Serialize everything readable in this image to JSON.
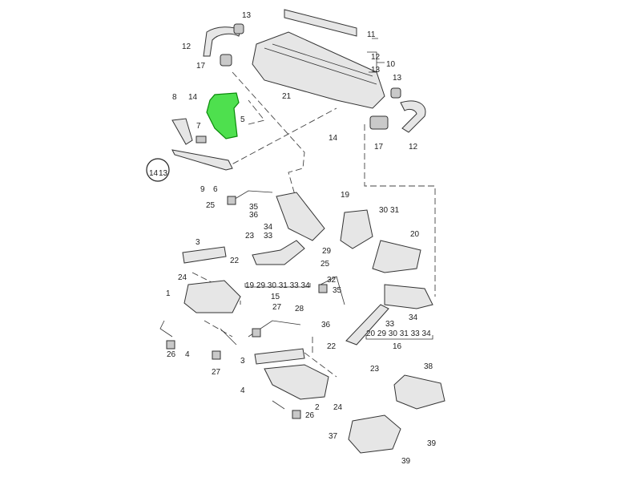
{
  "diagram": {
    "highlight_color": "#33dd33",
    "labels": [
      "13",
      "11",
      "12",
      "12",
      "10",
      "13",
      "17",
      "13",
      "14",
      "8",
      "21",
      "5",
      "7",
      "14",
      "17",
      "12",
      "14",
      "13",
      "9",
      "6",
      "19",
      "25",
      "35",
      "36",
      "30",
      "31",
      "34",
      "33",
      "23",
      "3",
      "20",
      "29",
      "22",
      "25",
      "24",
      "19 29 30 31 33 34",
      "32",
      "15",
      "1",
      "35",
      "27",
      "28",
      "34",
      "33",
      "36",
      "20 29 30 31 33 34",
      "16",
      "26",
      "4",
      "22",
      "27",
      "3",
      "23",
      "38",
      "4",
      "2",
      "24",
      "26",
      "37",
      "39",
      "39"
    ]
  }
}
